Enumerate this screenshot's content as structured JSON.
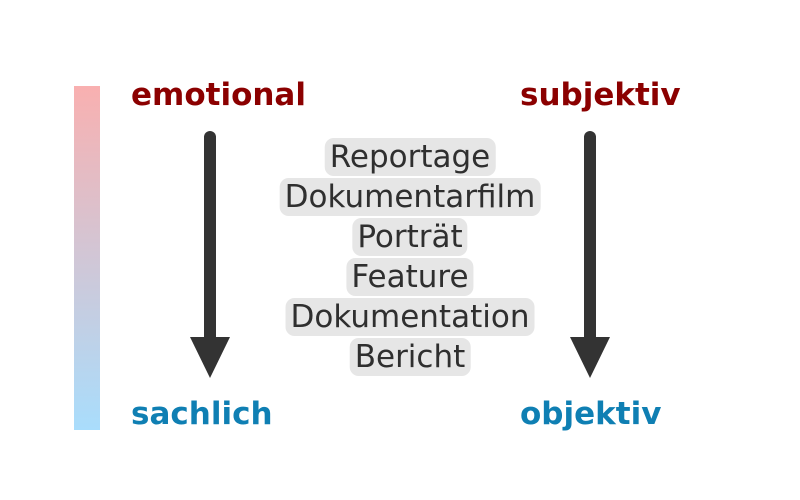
{
  "diagram": {
    "colors": {
      "emotional_subjective": "#8b0000",
      "factual_objective": "#0f7fb3",
      "arrow": "#333333",
      "chip_background": "#e6e6e6",
      "bar_top": "#f9b0b0",
      "bar_bottom": "#a9ddfc"
    },
    "left_axis": {
      "top_label": "emotional",
      "bottom_label": "sachlich"
    },
    "right_axis": {
      "top_label": "subjektiv",
      "bottom_label": "objektiv"
    },
    "genres": [
      "Reportage",
      "Dokumentarfilm",
      "Porträt",
      "Feature",
      "Dokumentation",
      "Bericht"
    ]
  }
}
